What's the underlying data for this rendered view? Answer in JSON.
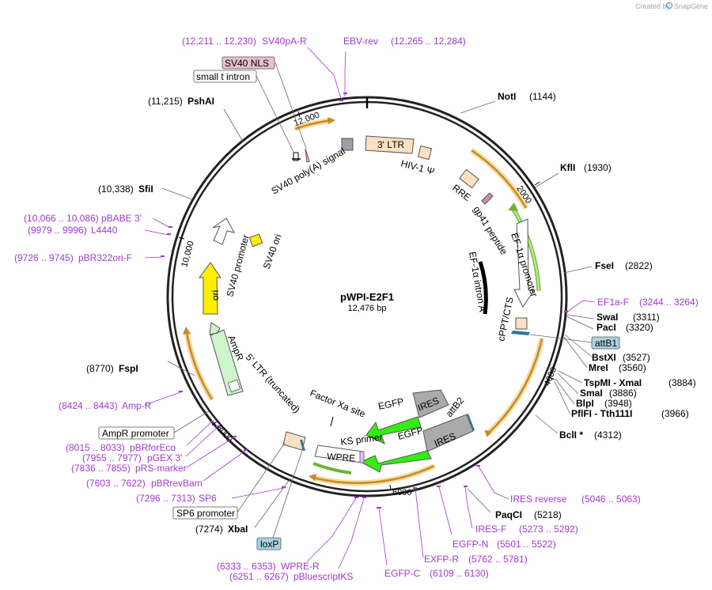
{
  "watermark": "Created by",
  "watermark_brand": "SnapGene",
  "plasmid": {
    "name": "pWPI-E2F1",
    "size_label": "12,476 bp"
  },
  "ticks": [
    "2000",
    "4000",
    "6000",
    "8000",
    "10,000",
    "12,000"
  ],
  "sites": [
    {
      "name": "NotI",
      "pos": "(1144)"
    },
    {
      "name": "KflI",
      "pos": "(1930)"
    },
    {
      "name": "FseI",
      "pos": "(2822)"
    },
    {
      "name": "SwaI",
      "pos": "(3311)"
    },
    {
      "name": "PacI",
      "pos": "(3320)"
    },
    {
      "name": "BstXI",
      "pos": "(3527)"
    },
    {
      "name": "MreI",
      "pos": "(3560)"
    },
    {
      "name": "TspMI  - XmaI",
      "pos": "(3884)"
    },
    {
      "name": "SmaI",
      "pos": "(3886)"
    },
    {
      "name": "BlpI",
      "pos": "(3948)"
    },
    {
      "name": "PflFI  - Tth111I",
      "pos": "(3966)"
    },
    {
      "name": "BclI *",
      "pos": "(4312)"
    },
    {
      "name": "PaqCI",
      "pos": "(5218)"
    },
    {
      "name": "XbaI",
      "pos": "(7274)"
    },
    {
      "name": "FspI",
      "pos": "(8770)"
    },
    {
      "name": "SfiI",
      "pos": "(10,338)"
    },
    {
      "name": "PshAI",
      "pos": "(11,215)"
    }
  ],
  "primers": [
    {
      "name": "SV40pA-R",
      "pos": "(12,211 .. 12,230)"
    },
    {
      "name": "EBV-rev",
      "pos": "(12,265 .. 12,284)"
    },
    {
      "name": "EF1a-F",
      "pos": "(3244 .. 3264)"
    },
    {
      "name": "IRES reverse",
      "pos": "(5046 .. 5063)"
    },
    {
      "name": "IRES-F",
      "pos": "(5273 .. 5292)"
    },
    {
      "name": "EGFP-N",
      "pos": "(5501 .. 5522)"
    },
    {
      "name": "EXFP-R",
      "pos": "(5762 .. 5781)"
    },
    {
      "name": "EGFP-C",
      "pos": "(6109 .. 6130)"
    },
    {
      "name": "pBluescriptKS",
      "pos": "(6251 .. 6267)"
    },
    {
      "name": "WPRE-R",
      "pos": "(6333 .. 6353)"
    },
    {
      "name": "SP6",
      "pos": "(7296 .. 7313)"
    },
    {
      "name": "pBRrevBam",
      "pos": "(7603 .. 7622)"
    },
    {
      "name": "pRS-marker",
      "pos": "(7836 .. 7855)"
    },
    {
      "name": "pGEX 3'",
      "pos": "(7955 .. 7977)"
    },
    {
      "name": "pBRforEco",
      "pos": "(8015 .. 8033)"
    },
    {
      "name": "Amp-R",
      "pos": "(8424 .. 8443)"
    },
    {
      "name": "pBR322ori-F",
      "pos": "(9726 .. 9745)"
    },
    {
      "name": "L4440",
      "pos": "(9979 .. 9996)"
    },
    {
      "name": "pBABE 3'",
      "pos": "(10,066 .. 10,086)"
    }
  ],
  "boxed_labels": [
    {
      "text": "SV40 NLS",
      "fill": "#e8bfd0"
    },
    {
      "text": "small t intron",
      "fill": "#ffffff"
    },
    {
      "text": "attB1",
      "fill": "#a9d3de"
    },
    {
      "text": "AmpR promoter",
      "fill": "#ffffff"
    },
    {
      "text": "SP6 promoter",
      "fill": "#ffffff"
    },
    {
      "text": "loxP",
      "fill": "#a9d3de"
    }
  ],
  "features": [
    "SV40 poly(A) signal",
    "3' LTR",
    "HIV-1 Ψ",
    "RRE",
    "gp41 peptide",
    "EF-1α promoter",
    "EF-1α intron A",
    "cPPT/CTS",
    "SV40 promoter",
    "SV40 ori",
    "ori",
    "AmpR",
    "5' LTR (truncated)",
    "Factor Xa site",
    "EGFP",
    "IRES",
    "EGFP",
    "IRES",
    "attB2",
    "KS primer",
    "WPRE"
  ],
  "colors": {
    "primer": "#a03ad0",
    "orf_orange": "#f2a93b",
    "promoter_green": "#a8e07a",
    "egfp_green": "#33ee11",
    "ori_yellow": "#ffee00",
    "ampr_green": "#ccf5cc",
    "ltr_peach": "#fde0c0"
  }
}
